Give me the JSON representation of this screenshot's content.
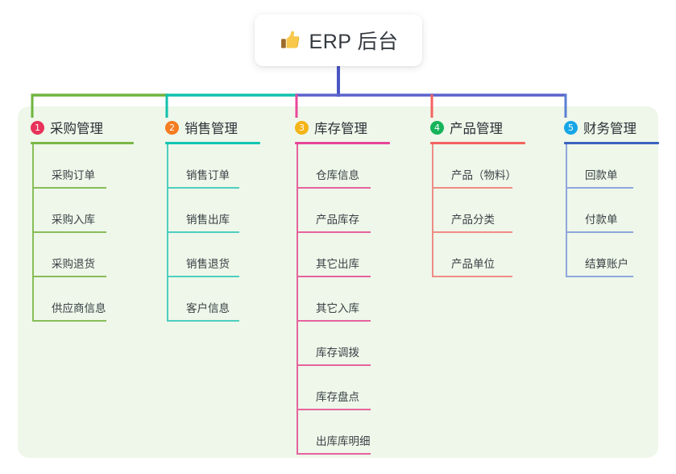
{
  "header": {
    "title": "ERP 后台",
    "emoji_name": "thumbs-up-emoji",
    "emoji_char": "👍"
  },
  "panel": {
    "background_color": "#eef7e9"
  },
  "connectors": {
    "trunk_color": "#4a56c4",
    "segment_colors": [
      "#6eb43f",
      "#10c1ae",
      "#5a63cc",
      "#5a63cc"
    ],
    "drop_colors": [
      "#6eb43f",
      "#10c1ae",
      "#e8479a",
      "#f4625f",
      "#5b7fd4"
    ]
  },
  "columns": [
    {
      "index": "1",
      "title": "采购管理",
      "badge_color": "#e8335a",
      "rule_color": "#7ab648",
      "line_color": "#88bd5a",
      "rule_width": 128,
      "item_rule_width": 92,
      "items": [
        {
          "label": "采购订单"
        },
        {
          "label": "采购入库"
        },
        {
          "label": "采购退货"
        },
        {
          "label": "供应商信息"
        }
      ]
    },
    {
      "index": "2",
      "title": "销售管理",
      "badge_color": "#f57c20",
      "rule_color": "#13c5b4",
      "line_color": "#4ecfc1",
      "rule_width": 118,
      "item_rule_width": 90,
      "items": [
        {
          "label": "销售订单"
        },
        {
          "label": "销售出库"
        },
        {
          "label": "销售退货"
        },
        {
          "label": "客户信息"
        }
      ]
    },
    {
      "index": "3",
      "title": "库存管理",
      "badge_color": "#f5b417",
      "rule_color": "#e8449a",
      "line_color": "#e5639f",
      "rule_width": 118,
      "item_rule_width": 92,
      "items": [
        {
          "label": "仓库信息"
        },
        {
          "label": "产品库存"
        },
        {
          "label": "其它出库"
        },
        {
          "label": "其它入库"
        },
        {
          "label": "库存调拨"
        },
        {
          "label": "库存盘点"
        },
        {
          "label": "出库库明细"
        }
      ]
    },
    {
      "index": "4",
      "title": "产品管理",
      "badge_color": "#16b45a",
      "rule_color": "#f4625f",
      "line_color": "#f08b86",
      "rule_width": 118,
      "item_rule_width": 100,
      "items": [
        {
          "label": "产品（物料）"
        },
        {
          "label": "产品分类"
        },
        {
          "label": "产品单位"
        }
      ]
    },
    {
      "index": "5",
      "title": "财务管理",
      "badge_color": "#16a6e8",
      "rule_color": "#3a63c0",
      "line_color": "#8fa6dd",
      "rule_width": 118,
      "item_rule_width": 84,
      "items": [
        {
          "label": "回款单"
        },
        {
          "label": "付款单"
        },
        {
          "label": "结算账户"
        }
      ]
    }
  ]
}
